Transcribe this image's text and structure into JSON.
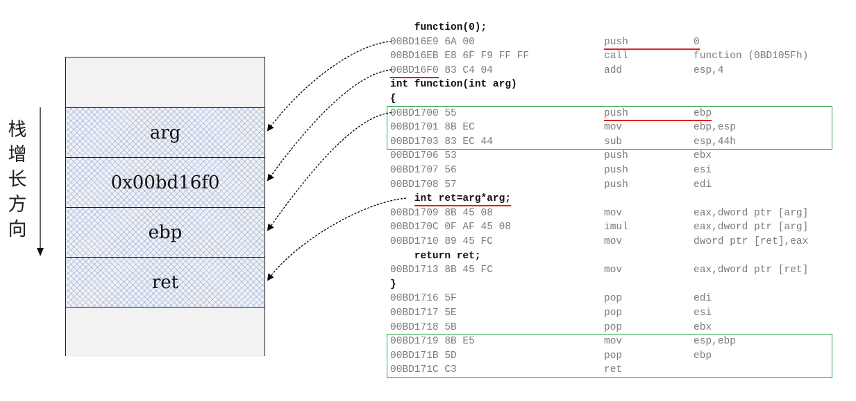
{
  "stack": {
    "growth_label": [
      "栈",
      "增",
      "长",
      "方",
      "向"
    ],
    "cells": [
      {
        "label": "",
        "style": "empty"
      },
      {
        "label": "arg",
        "style": "hatch"
      },
      {
        "label": "0x00bd16f0",
        "style": "hatch"
      },
      {
        "label": "ebp",
        "style": "hatch"
      },
      {
        "label": "ret",
        "style": "hatch"
      },
      {
        "label": "",
        "style": "empty"
      }
    ]
  },
  "code": {
    "lines": [
      {
        "type": "src",
        "text": "    function(0);"
      },
      {
        "type": "asm",
        "addr": "00BD16E9 6A 00",
        "mnemonic": "push",
        "operand": "0"
      },
      {
        "type": "asm",
        "addr": "00BD16EB E8 6F F9 FF FF",
        "mnemonic": "call",
        "operand": "function (0BD105Fh)"
      },
      {
        "type": "asm",
        "addr": "00BD16F0 83 C4 04",
        "mnemonic": "add",
        "operand": "esp,4"
      },
      {
        "type": "src",
        "text": "int function(int arg)"
      },
      {
        "type": "src",
        "text": "{"
      },
      {
        "type": "asm",
        "addr": "00BD1700 55",
        "mnemonic": "push",
        "operand": "ebp"
      },
      {
        "type": "asm",
        "addr": "00BD1701 8B EC",
        "mnemonic": "mov",
        "operand": "ebp,esp"
      },
      {
        "type": "asm",
        "addr": "00BD1703 83 EC 44",
        "mnemonic": "sub",
        "operand": "esp,44h"
      },
      {
        "type": "asm",
        "addr": "00BD1706 53",
        "mnemonic": "push",
        "operand": "ebx"
      },
      {
        "type": "asm",
        "addr": "00BD1707 56",
        "mnemonic": "push",
        "operand": "esi"
      },
      {
        "type": "asm",
        "addr": "00BD1708 57",
        "mnemonic": "push",
        "operand": "edi"
      },
      {
        "type": "src",
        "text": "    int ret=arg*arg;"
      },
      {
        "type": "asm",
        "addr": "00BD1709 8B 45 08",
        "mnemonic": "mov",
        "operand": "eax,dword ptr [arg]"
      },
      {
        "type": "asm",
        "addr": "00BD170C 0F AF 45 08",
        "mnemonic": "imul",
        "operand": "eax,dword ptr [arg]"
      },
      {
        "type": "asm",
        "addr": "00BD1710 89 45 FC",
        "mnemonic": "mov",
        "operand": "dword ptr [ret],eax"
      },
      {
        "type": "src",
        "text": "    return ret;"
      },
      {
        "type": "asm",
        "addr": "00BD1713 8B 45 FC",
        "mnemonic": "mov",
        "operand": "eax,dword ptr [ret]"
      },
      {
        "type": "src",
        "text": "}"
      },
      {
        "type": "asm",
        "addr": "00BD1716 5F",
        "mnemonic": "pop",
        "operand": "edi"
      },
      {
        "type": "asm",
        "addr": "00BD1717 5E",
        "mnemonic": "pop",
        "operand": "esi"
      },
      {
        "type": "asm",
        "addr": "00BD1718 5B",
        "mnemonic": "pop",
        "operand": "ebx"
      },
      {
        "type": "asm",
        "addr": "00BD1719 8B E5",
        "mnemonic": "mov",
        "operand": "esp,ebp"
      },
      {
        "type": "asm",
        "addr": "00BD171B 5D",
        "mnemonic": "pop",
        "operand": "ebp"
      },
      {
        "type": "asm",
        "addr": "00BD171C C3",
        "mnemonic": "ret",
        "operand": ""
      }
    ],
    "highlight_boxes": [
      {
        "name": "prologue",
        "from_line": 6,
        "to_line": 8
      },
      {
        "name": "epilogue",
        "from_line": 22,
        "to_line": 24
      }
    ],
    "underlines": [
      {
        "name": "push-0-underline",
        "line": 1,
        "span": "mnemonic-operand"
      },
      {
        "name": "return-address-underline",
        "line": 3,
        "span": "addr"
      },
      {
        "name": "push-ebp-underline",
        "line": 6,
        "span": "mnemonic-operand"
      },
      {
        "name": "ret-assign-underline",
        "line": 12,
        "span": "text"
      }
    ]
  },
  "arrows": [
    {
      "name": "push-arg-arrow",
      "from_line": 1,
      "to_cell": 1
    },
    {
      "name": "return-address-arrow",
      "from_line": 3,
      "to_cell": 2
    },
    {
      "name": "push-ebp-arrow",
      "from_line": 6,
      "to_cell": 3
    },
    {
      "name": "local-ret-arrow",
      "from_line": 12,
      "to_cell": 4
    }
  ],
  "colors": {
    "highlight_box": "#2aa04a",
    "underline": "#e02020",
    "asm_text": "#7a7a7a",
    "source_text": "#111111"
  }
}
